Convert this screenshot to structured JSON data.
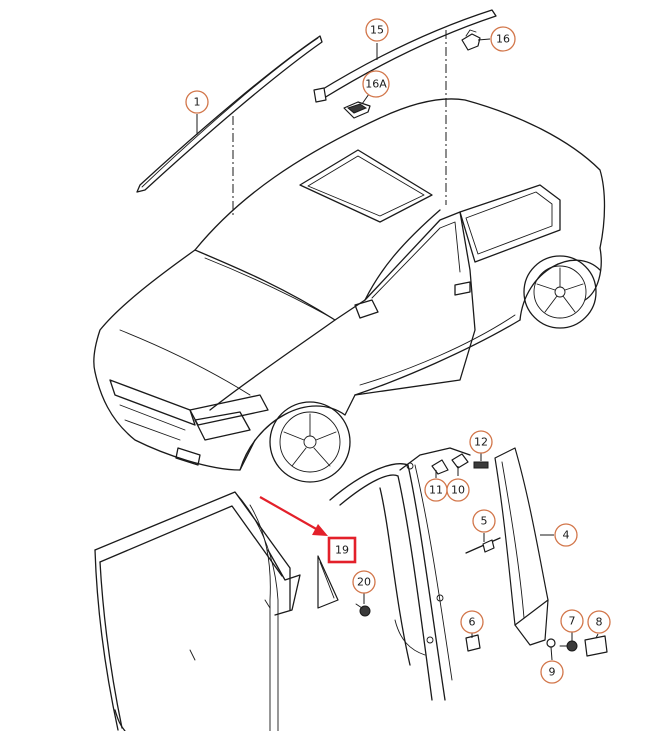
{
  "diagram": {
    "callouts": [
      {
        "id": "1",
        "label": "1"
      },
      {
        "id": "15",
        "label": "15"
      },
      {
        "id": "16",
        "label": "16"
      },
      {
        "id": "16a",
        "label": "16A"
      },
      {
        "id": "12",
        "label": "12"
      },
      {
        "id": "11",
        "label": "11"
      },
      {
        "id": "10",
        "label": "10"
      },
      {
        "id": "5",
        "label": "5"
      },
      {
        "id": "4",
        "label": "4"
      },
      {
        "id": "20",
        "label": "20"
      },
      {
        "id": "6",
        "label": "6"
      },
      {
        "id": "7",
        "label": "7"
      },
      {
        "id": "8",
        "label": "8"
      },
      {
        "id": "9",
        "label": "9"
      }
    ],
    "highlighted_callout": {
      "label": "19"
    },
    "colors": {
      "line": "#1a1a1a",
      "callout_ring": "#d2764a",
      "highlight": "#e3202a",
      "background": "#ffffff"
    }
  }
}
